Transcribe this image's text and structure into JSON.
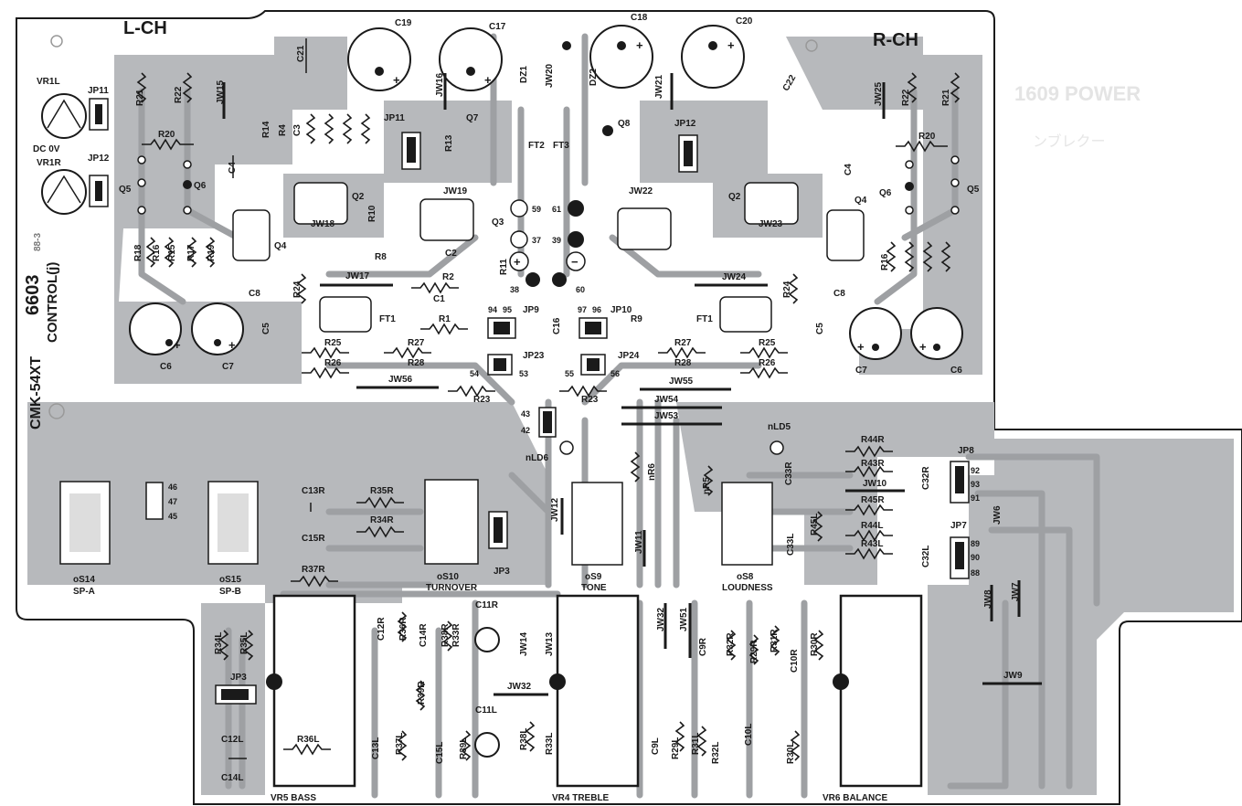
{
  "board": {
    "left_channel": "L-CH",
    "right_channel": "R-CH",
    "board_code": "6603",
    "board_model": "CMK-54XT",
    "board_function": "CONTROL(j)",
    "dc_label": "DC 0V",
    "side_marks": [
      "88-3"
    ]
  },
  "colors": {
    "copper": "#8f9194",
    "copper_light": "#b5b7ba",
    "ink": "#1a1a1a",
    "paper": "#ffffff"
  },
  "controls": {
    "vr5": "VR5  BASS",
    "vr4": "VR4  TREBLE",
    "vr6": "VR6 BALANCE"
  },
  "switches": {
    "s14_name": "oS14",
    "s14_desc": "SP-A",
    "s15_name": "oS15",
    "s15_desc": "SP-B",
    "s10_name": "oS10",
    "s10_desc": "TURNOVER",
    "s9_name": "oS9",
    "s9_desc": "TONE",
    "s8_name": "oS8",
    "s8_desc": "LOUDNESS"
  },
  "left_labels": {
    "vr1l": "VR1L",
    "vr1r": "VR1R",
    "jp11": "JP11",
    "jp12": "JP12",
    "r21": "R21",
    "r22": "R22",
    "jw15": "JW15",
    "r20": "R20",
    "q5": "Q5",
    "q6": "Q6",
    "c4": "C4",
    "r14": "R14",
    "r4": "R4",
    "c3": "C3",
    "r18": "R18",
    "r16": "R16",
    "r15": "R15",
    "r17": "R17",
    "r19": "R19",
    "c8": "C8",
    "q4": "Q4",
    "r24": "R24",
    "c6": "C6",
    "c7": "C7",
    "c5": "C5",
    "jw16": "JW16",
    "jw17": "JW17",
    "jw18": "JW18",
    "jw19": "JW19",
    "q2": "Q2",
    "r10": "R10",
    "r8": "R8",
    "r2": "R2",
    "c2": "C2",
    "c1": "C1",
    "r1": "R1",
    "ft1": "FT1",
    "r25": "R25",
    "r26": "R26",
    "r27": "R27",
    "r28": "R28",
    "jw56": "JW56",
    "r23": "R23",
    "c21": "C21",
    "c19": "C19",
    "c17": "C17",
    "r13": "R13",
    "q7": "Q7",
    "dz1": "DZ1",
    "jw20": "JW20",
    "q3": "Q3",
    "r11": "R11",
    "jp9": "JP9",
    "jp23": "JP23"
  },
  "right_labels": {
    "c18": "C18",
    "c20": "C20",
    "c22": "C22",
    "dz2": "DZ2",
    "jw21": "JW21",
    "q8": "Q8",
    "jp12": "JP12",
    "jw25": "JW25",
    "r22": "R22",
    "r21": "R21",
    "r20": "R20",
    "q5": "Q5",
    "q6": "Q6",
    "q4": "Q4",
    "c4": "C4",
    "jw22": "JW22",
    "jw23": "JW23",
    "jw24": "JW24",
    "q2": "Q2",
    "ft1": "FT1",
    "c5": "C5",
    "c6": "C6",
    "c7": "C7",
    "c8": "C8",
    "r24": "R24",
    "r25": "R25",
    "r26": "R26",
    "r27": "R27",
    "r28": "R28",
    "jw55": "JW55",
    "jw54": "JW54",
    "jw53": "JW53",
    "r23": "R23",
    "jp10": "JP10",
    "jp24": "JP24",
    "r9": "R9",
    "c16": "C16",
    "r16": "R16"
  },
  "mid_labels": {
    "ft2": "FT2",
    "ft3": "FT3",
    "pins": [
      "59",
      "61",
      "37",
      "39",
      "38",
      "60",
      "94",
      "95",
      "97",
      "96",
      "54",
      "53",
      "55",
      "56",
      "43",
      "42",
      "46",
      "47",
      "45",
      "92",
      "93",
      "91",
      "89",
      "90",
      "88"
    ],
    "nld6": "nLD6",
    "nld5": "nLD5",
    "nr6": "nR6",
    "nr5": "nR5",
    "jw12": "JW12",
    "jw11": "JW11",
    "jw32a": "JW32",
    "jw51": "JW51",
    "jw14": "JW14",
    "jw13": "JW13",
    "jw32b": "JW32",
    "jp3a": "JP3",
    "jp3b": "JP3",
    "jp7": "JP7",
    "jp8": "JP8",
    "jw10": "JW10",
    "jw9": "JW9",
    "jw8": "JW8",
    "jw7": "JW7",
    "jw6": "JW6"
  },
  "lower_labels": {
    "c13r": "C13R",
    "r35r": "R35R",
    "r34r": "R34R",
    "c15r": "C15R",
    "r37r": "R37R",
    "c11r": "C11R",
    "c11l": "C11L",
    "c12r": "C12R",
    "r36r": "R36R",
    "c14r": "C14R",
    "r38r": "R38R",
    "r33r": "R33R",
    "r39r": "R39R",
    "r34l": "R34L",
    "r35l": "R35L",
    "c12l": "C12L",
    "c14l": "C14L",
    "r36l": "R36L",
    "c13l": "C13L",
    "r37l": "R37L",
    "c15l": "C15L",
    "r39l": "R39L",
    "r38l": "R38L",
    "r33l": "R33L",
    "c9r": "C9R",
    "r32r": "R32R",
    "r29r": "R29R",
    "r31r": "R31R",
    "c10r": "C10R",
    "r30r": "R30R",
    "c9l": "C9L",
    "r29l": "R29L",
    "r31l": "R31L",
    "r32l": "R32L",
    "c10l": "C10L",
    "r30l": "R30L",
    "r44r": "R44R",
    "r43r": "R43R",
    "r45r": "R45R",
    "r44l": "R44L",
    "r43l": "R43L",
    "r45l": "R45L",
    "c32r": "C32R",
    "c33r": "C33R",
    "c32l": "C32L",
    "c33l": "C33L"
  },
  "faded_page_text": {
    "title": "1609 POWER",
    "cjk": "ンブレクー"
  }
}
